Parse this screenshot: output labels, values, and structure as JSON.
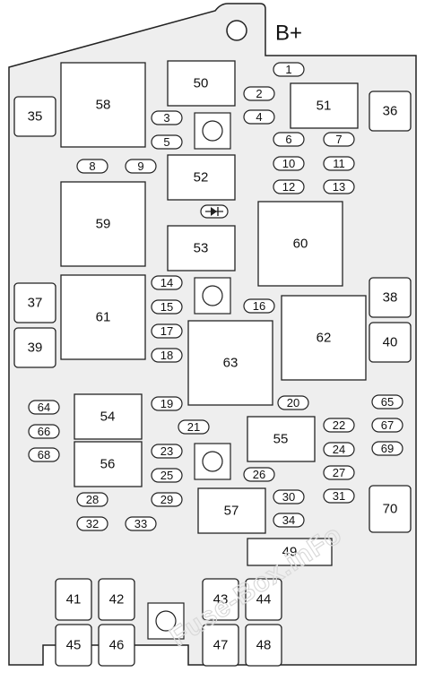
{
  "title": "B+",
  "watermark": "Fuse-Box.inFo",
  "colors": {
    "panel": "#eeeeee",
    "stroke": "#222222",
    "box": "#ffffff",
    "text": "#111111"
  },
  "relays_large": [
    "58",
    "59",
    "61",
    "60",
    "62",
    "63"
  ],
  "relays_medium": [
    "50",
    "51",
    "52",
    "53",
    "54",
    "56",
    "55",
    "57"
  ],
  "maxi_fuses": [
    "35",
    "36",
    "37",
    "38",
    "39",
    "40",
    "70",
    "41",
    "42",
    "43",
    "44",
    "45",
    "46",
    "47",
    "48"
  ],
  "mini_fuses": [
    "1",
    "2",
    "3",
    "4",
    "5",
    "6",
    "7",
    "8",
    "9",
    "10",
    "11",
    "12",
    "13",
    "14",
    "15",
    "16",
    "17",
    "18",
    "19",
    "20",
    "21",
    "22",
    "23",
    "24",
    "25",
    "26",
    "27",
    "28",
    "29",
    "30",
    "31",
    "32",
    "33",
    "34",
    "64",
    "65",
    "66",
    "67",
    "68",
    "69"
  ],
  "wide_fuse": "49",
  "bolt_mounts": [
    "bolt-1",
    "bolt-2",
    "bolt-3",
    "bolt-4"
  ],
  "diode_icon": "diode-icon"
}
